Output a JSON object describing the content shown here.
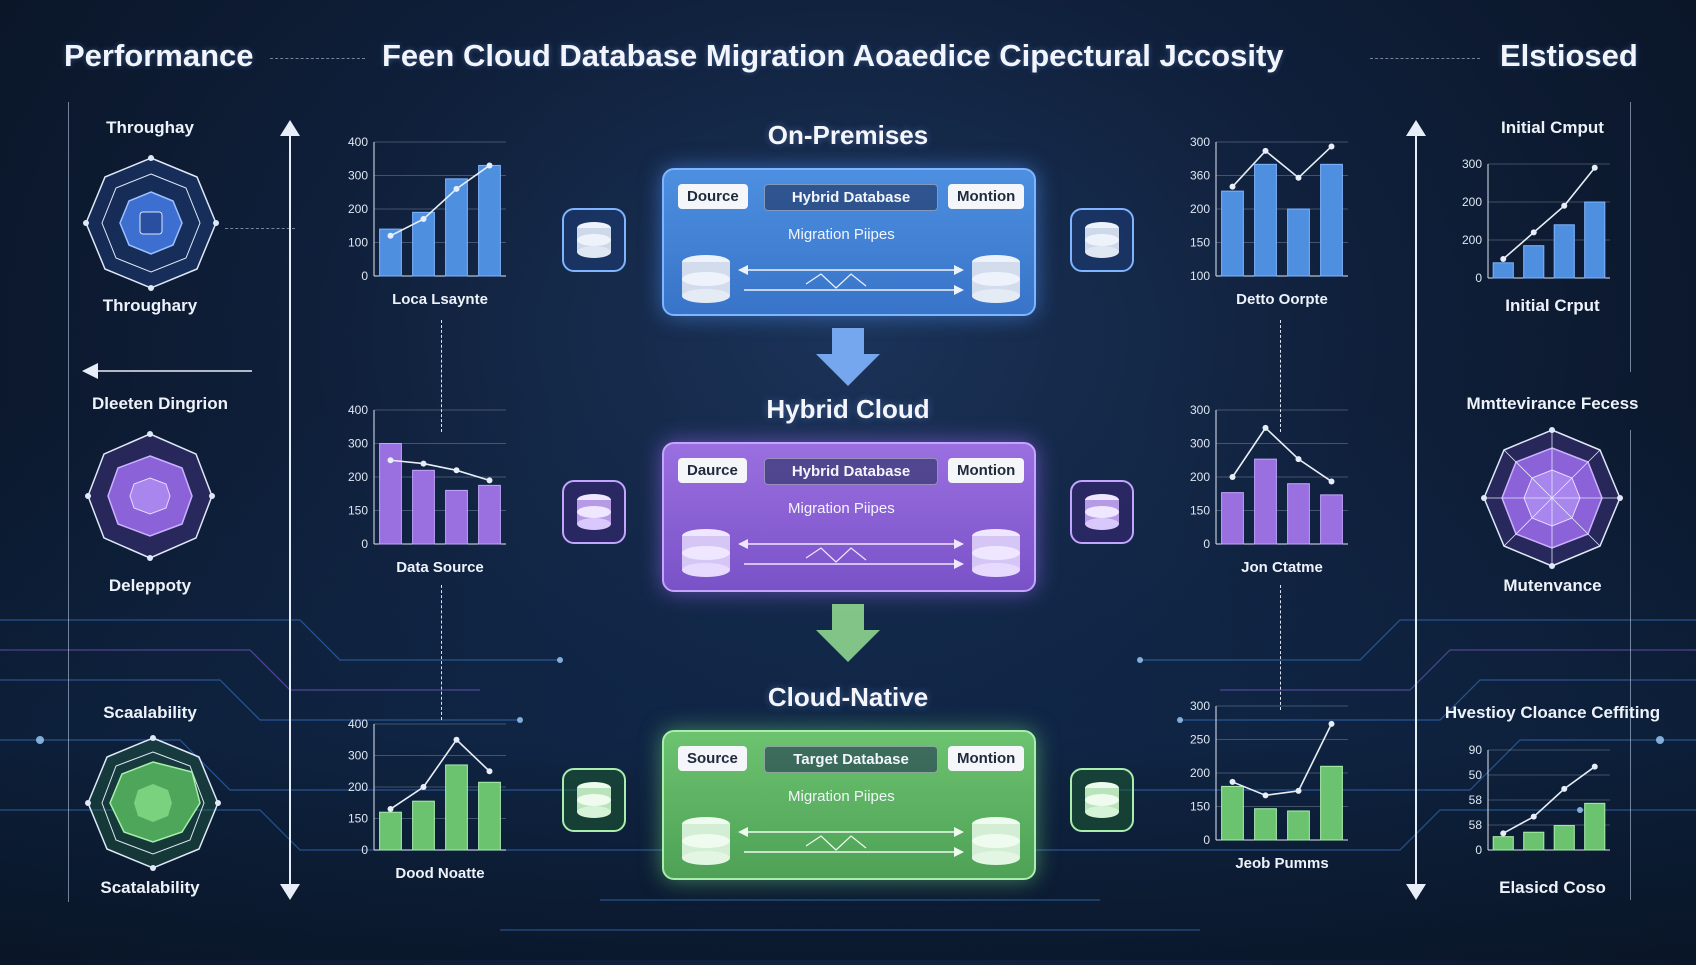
{
  "header": {
    "left": "Performance",
    "title": "Feen Cloud  Database Migration Aoaedice Cipectural Jccosity",
    "right": "Elstiosed"
  },
  "tiers": [
    {
      "title": "On-Premises",
      "theme": "blue",
      "chip_left": "Dource",
      "chip_center": "Hybrid Database",
      "chip_right": "Montion",
      "pipe": "Migration Piipes"
    },
    {
      "title": "Hybrid Cloud",
      "theme": "purple",
      "chip_left": "Daurce",
      "chip_center": "Hybrid Database",
      "chip_right": "Montion",
      "pipe": "Migration Piipes"
    },
    {
      "title": "Cloud-Native",
      "theme": "green",
      "chip_left": "Source",
      "chip_center": "Target Database",
      "chip_right": "Montion",
      "pipe": "Migration Piipes"
    }
  ],
  "left_side": {
    "radar1_top": "Throughay",
    "radar1_bottom": "Throughary",
    "arrow_label": "Dleeten Dingrion",
    "radar2_bottom": "Deleppoty",
    "radar3_top": "Scaalability",
    "radar3_bottom": "Scatalability"
  },
  "right_side": {
    "top_title": "Initial Cmput",
    "top_caption": "Initial Crput",
    "radar_title": "Mmttevirance Fecess",
    "radar_caption": "Mutenvance",
    "bottom_title": "Hvestioy Cloance Ceffiting",
    "bottom_caption": "Elasicd Coso"
  },
  "colors": {
    "blue": "#4f8fe0",
    "purple": "#9a6fe0",
    "green": "#6cc36f",
    "bg": "#0f1f3a"
  },
  "chart_data": [
    {
      "id": "c1",
      "type": "bar",
      "theme": "blue",
      "caption": "Loca Lsaynte",
      "ticks": [
        "400",
        "300",
        "200",
        "100",
        "0"
      ],
      "ylim": [
        0,
        400
      ],
      "values": [
        140,
        190,
        290,
        330
      ],
      "line": [
        120,
        170,
        260,
        330
      ]
    },
    {
      "id": "c2",
      "type": "bar",
      "theme": "purple",
      "caption": "Data Source",
      "ticks": [
        "400",
        "300",
        "200",
        "150",
        "0"
      ],
      "ylim": [
        0,
        400
      ],
      "values": [
        300,
        220,
        160,
        175
      ],
      "line": [
        250,
        240,
        220,
        190
      ]
    },
    {
      "id": "c3",
      "type": "bar",
      "theme": "green",
      "caption": "Dood Noatte",
      "ticks": [
        "400",
        "300",
        "200",
        "150",
        "0"
      ],
      "ylim": [
        0,
        400
      ],
      "values": [
        120,
        155,
        270,
        215
      ],
      "line": [
        130,
        200,
        350,
        250
      ]
    },
    {
      "id": "c4",
      "type": "bar",
      "theme": "blue",
      "caption": "Detto Oorpte",
      "ticks": [
        "300",
        "360",
        "200",
        "150",
        "100"
      ],
      "ylim": [
        0,
        300
      ],
      "values": [
        190,
        250,
        150,
        250
      ],
      "line": [
        200,
        280,
        220,
        290
      ]
    },
    {
      "id": "c5",
      "type": "bar",
      "theme": "purple",
      "caption": "Jon Ctatme",
      "ticks": [
        "300",
        "300",
        "200",
        "150",
        "0"
      ],
      "ylim": [
        0,
        300
      ],
      "values": [
        115,
        190,
        135,
        110
      ],
      "line": [
        150,
        260,
        190,
        140
      ]
    },
    {
      "id": "c6",
      "type": "bar",
      "theme": "green",
      "caption": "Jeob Pumms",
      "ticks": [
        "300",
        "250",
        "200",
        "150",
        "0"
      ],
      "ylim": [
        0,
        300
      ],
      "values": [
        120,
        70,
        65,
        165
      ],
      "line": [
        130,
        100,
        110,
        260
      ]
    },
    {
      "id": "c7",
      "type": "bar",
      "theme": "blue",
      "caption": "",
      "ticks": [
        "300",
        "200",
        "200",
        "0"
      ],
      "ylim": [
        0,
        300
      ],
      "values": [
        40,
        85,
        140,
        200
      ],
      "line": [
        50,
        120,
        190,
        290
      ]
    },
    {
      "id": "c8",
      "type": "bar",
      "theme": "green",
      "caption": "",
      "ticks": [
        "90",
        "50",
        "58",
        "58",
        "0"
      ],
      "ylim": [
        0,
        90
      ],
      "values": [
        12,
        16,
        22,
        42
      ],
      "line": [
        15,
        30,
        55,
        75
      ]
    }
  ]
}
